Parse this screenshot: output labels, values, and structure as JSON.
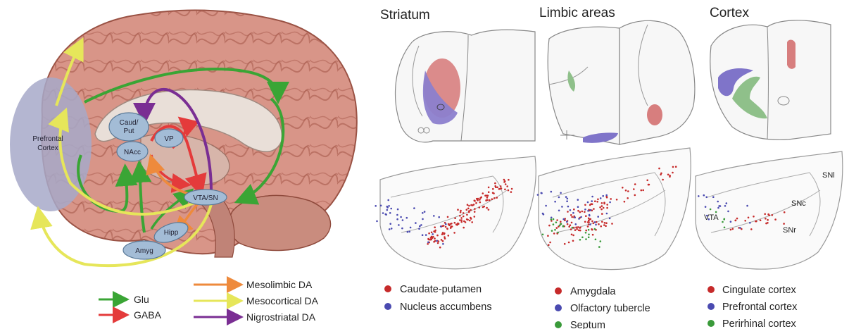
{
  "colors": {
    "glu": "#3aa535",
    "gaba": "#e43b3b",
    "mesolimbic": "#ee8a3c",
    "mesocortical": "#e6e65a",
    "nigrostriatal": "#7a2e93",
    "red_dot": "#c62a2a",
    "blue_dot": "#4a4ab0",
    "green_dot": "#3a9a3a"
  },
  "brain": {
    "regions": {
      "prefrontal_line1": "Prefrontal",
      "prefrontal_line2": "Cortex",
      "caud_line1": "Caud/",
      "caud_line2": "Put",
      "nacc": "NAcc",
      "vp": "VP",
      "vta_sn": "VTA/SN",
      "hipp": "Hipp",
      "amyg": "Amyg"
    },
    "legend": [
      {
        "label": "Glu",
        "color": "#3aa535"
      },
      {
        "label": "GABA",
        "color": "#e43b3b"
      },
      {
        "label": "Mesolimbic DA",
        "color": "#ee8a3c"
      },
      {
        "label": "Mesocortical DA",
        "color": "#e6e65a"
      },
      {
        "label": "Nigrostriatal DA",
        "color": "#7a2e93"
      }
    ]
  },
  "panels": [
    {
      "title": "Striatum",
      "legend": [
        {
          "label": "Caudate-putamen",
          "color": "#c62a2a"
        },
        {
          "label": "Nucleus accumbens",
          "color": "#4a4ab0"
        }
      ]
    },
    {
      "title": "Limbic areas",
      "legend": [
        {
          "label": "Amygdala",
          "color": "#c62a2a"
        },
        {
          "label": "Olfactory tubercle",
          "color": "#4a4ab0"
        },
        {
          "label": "Septum",
          "color": "#3a9a3a"
        }
      ]
    },
    {
      "title": "Cortex",
      "legend": [
        {
          "label": "Cingulate cortex",
          "color": "#c62a2a"
        },
        {
          "label": "Prefrontal cortex",
          "color": "#4a4ab0"
        },
        {
          "label": "Perirhinal cortex",
          "color": "#3a9a3a"
        }
      ]
    }
  ],
  "midbrain_labels": {
    "vta": "VTA",
    "snc": "SNc",
    "snr": "SNr",
    "snl": "SNl"
  }
}
